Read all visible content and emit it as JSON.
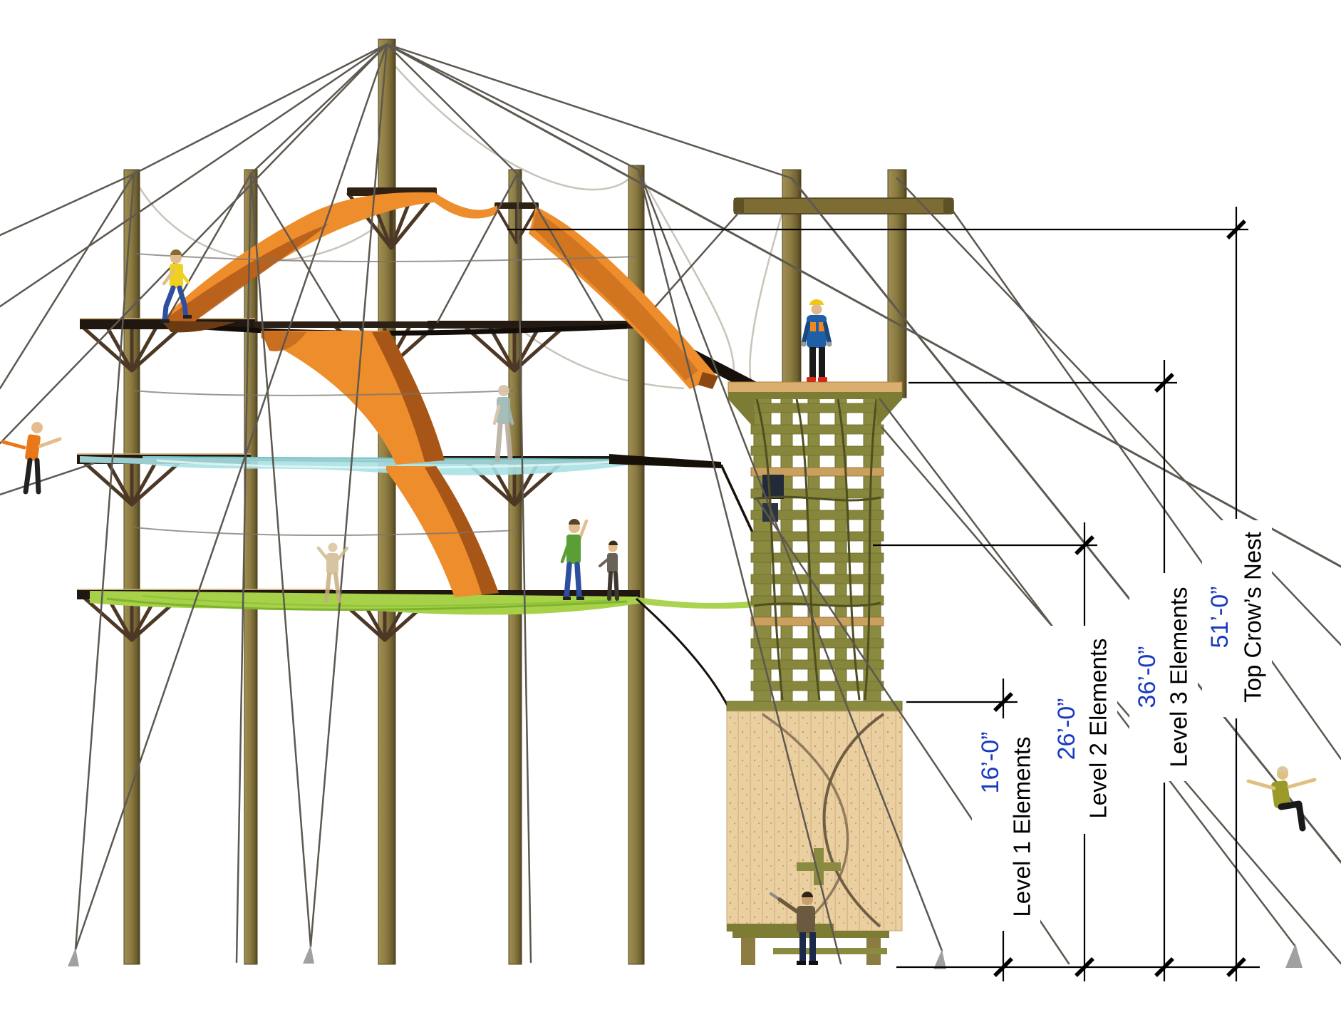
{
  "drawing": {
    "title": "Ropes course tower elevation",
    "background": "#ffffff"
  },
  "dimensions": {
    "value_color": "#1b3bbf",
    "label_color": "#000000",
    "line_color": "#000000",
    "items": [
      {
        "id": "level1",
        "value": "16’-0”",
        "label": "Level 1 Elements"
      },
      {
        "id": "level2",
        "value": "26’-0”",
        "label": "Level 2 Elements"
      },
      {
        "id": "level3",
        "value": "36’-0”",
        "label": "Level 3 Elements"
      },
      {
        "id": "crows_nest",
        "value": "51’-0”",
        "label": "Top Crow’s Nest"
      }
    ]
  },
  "palette": {
    "wire": "#5d5850",
    "dim_value": "#1b3bbf",
    "dim_label": "#000000",
    "dim_line": "#000000",
    "pole": "#8c7c42",
    "pole_edge": "#4e421f",
    "plank": "#201711",
    "sail": "#ee8d2c",
    "sail_dark": "#a85618",
    "net_cyan": "#a9e1e4",
    "net_green": "#a6d149",
    "lattice": "#8a8a41",
    "wall": "#eacfa0",
    "tan_beam": "#c9a05e",
    "anchor": "#a0a0a0",
    "fig_yellow": "#f0d020",
    "fig_orange": "#e87818",
    "fig_teal": "#9fb9b5",
    "fig_green": "#5a9e38",
    "fig_blue_jacket": "#1f5fa8",
    "fig_olive": "#9a9a28",
    "skin": "#e3bd8e",
    "jeans": "#2e4fa0"
  }
}
